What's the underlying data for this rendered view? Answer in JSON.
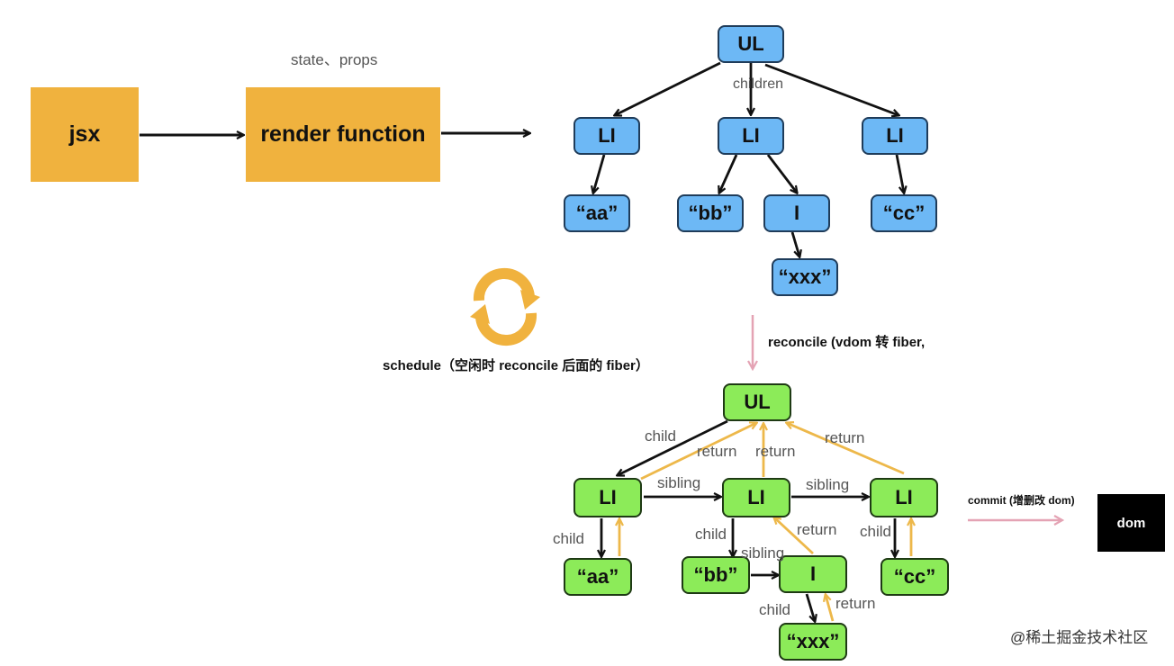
{
  "pipeline": {
    "jsx": "jsx",
    "render_function": "render function",
    "state_props": "state、props"
  },
  "vdom": {
    "ul": "UL",
    "li_1": "LI",
    "li_2": "LI",
    "li_3": "LI",
    "text_aa": "“aa”",
    "text_bb": "“bb”",
    "i": "I",
    "text_cc": "“cc”",
    "text_xxx": "“xxx”",
    "children_label": "children"
  },
  "schedule_label": "schedule（空闲时 reconcile 后面的 fiber）",
  "reconcile_label": "reconcile (vdom 转 fiber,",
  "fiber": {
    "ul": "UL",
    "li_1": "LI",
    "li_2": "LI",
    "li_3": "LI",
    "text_aa": "“aa”",
    "text_bb": "“bb”",
    "i": "I",
    "text_cc": "“cc”",
    "text_xxx": "“xxx”",
    "edge_labels": {
      "child_ul_li1": "child",
      "return_li1_ul": "return",
      "return_li2_ul": "return",
      "return_li3_ul": "return",
      "sibling_li1_li2": "sibling",
      "sibling_li2_li3": "sibling",
      "child_li1_aa": "child",
      "child_li2_bb": "child",
      "sibling_bb_i": "sibling",
      "return_i_li2": "return",
      "child_li3_cc": "child",
      "child_i_xxx": "child",
      "return_xxx_i": "return"
    }
  },
  "commit_label": "commit (增删改 dom)",
  "dom": "dom",
  "watermark": "@稀土掘金技术社区",
  "colors": {
    "orange_box": "#F0B23E",
    "vdom_node": "#6DB8F5",
    "fiber_node": "#8CEB59",
    "return_arrow": "#EDB84A",
    "reconcile_arrow": "#E4A3B4",
    "dom_box": "#000000"
  },
  "icons": {
    "refresh": "refresh-cycle-icon"
  }
}
